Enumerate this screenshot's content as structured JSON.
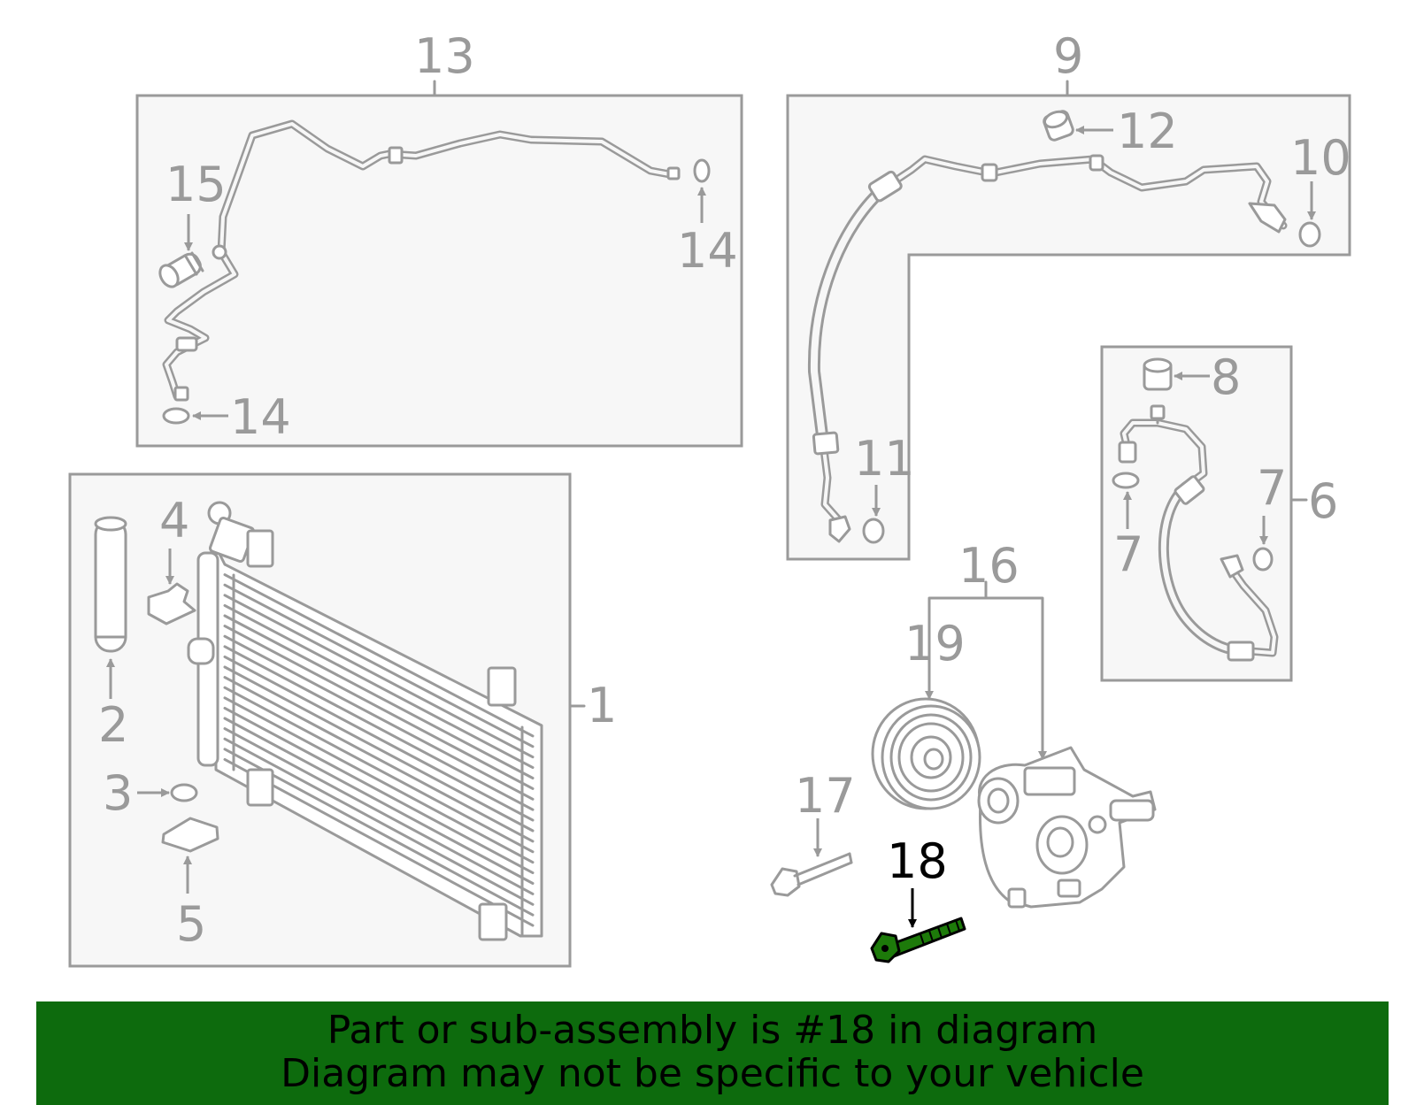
{
  "callouts": {
    "n1": "1",
    "n2": "2",
    "n3": "3",
    "n4": "4",
    "n5": "5",
    "n6": "6",
    "n7a": "7",
    "n7b": "7",
    "n8": "8",
    "n9": "9",
    "n10": "10",
    "n11": "11",
    "n12": "12",
    "n13": "13",
    "n14a": "14",
    "n14b": "14",
    "n15": "15",
    "n16": "16",
    "n17": "17",
    "n18": "18",
    "n19": "19"
  },
  "banner": {
    "line1": "Part or sub-assembly is #18 in diagram",
    "line2": "Diagram may not be specific to your vehicle"
  },
  "colors": {
    "banner_bg": "#0d6b0d",
    "highlight_part": "#1d7a0a",
    "line_art": "#9a9a9a"
  }
}
